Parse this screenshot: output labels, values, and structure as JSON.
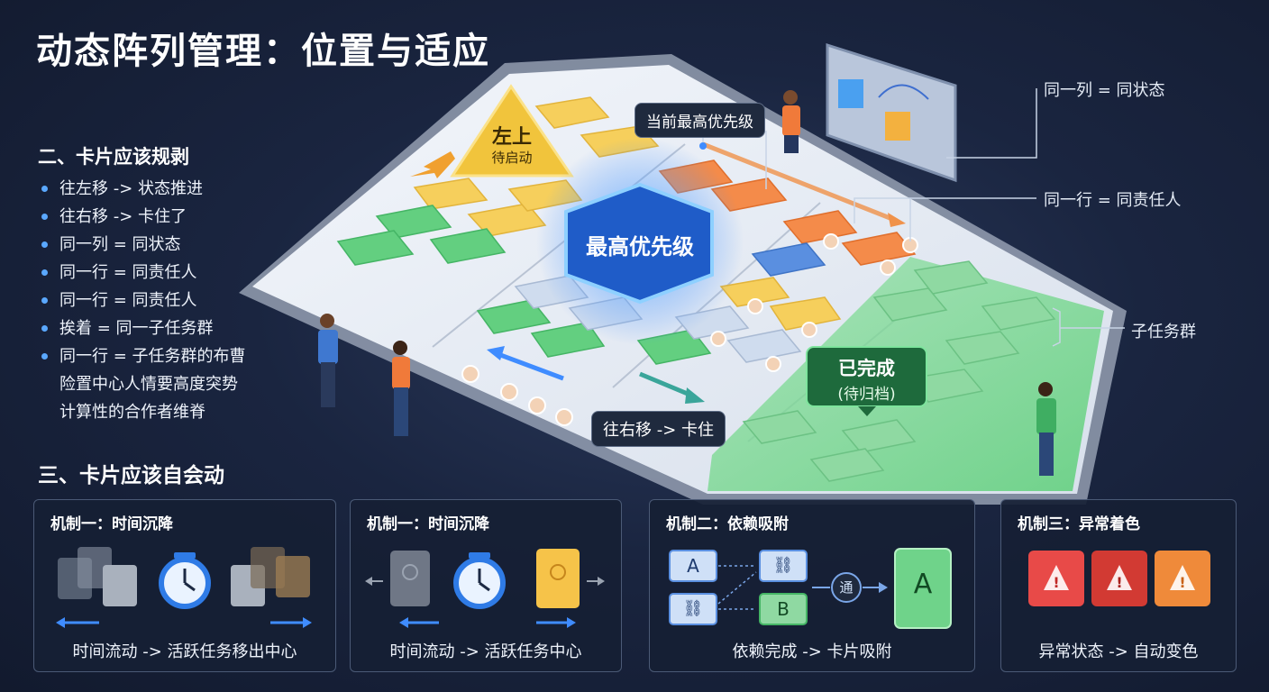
{
  "title": "动态阵列管理：位置与适应",
  "rules": {
    "heading": "二、卡片应该规剥",
    "items": [
      "往左移 -> 状态推进",
      "往右移 -> 卡住了",
      "同一列 = 同状态",
      "同一行 = 同责任人",
      "同一行 = 同责任人",
      "挨着 = 同一子任务群",
      "同一行 = 子任务群的布曹",
      "险置中心人情要高度突势",
      "计算性的合作者维脊"
    ]
  },
  "auto_heading": "三、卡片应该自会动",
  "board": {
    "top_left_line1": "左上",
    "top_left_line2": "待启动",
    "highest_priority": "最高优先级",
    "current_highest_tag": "当前最高优先级",
    "completed_line1": "已完成",
    "completed_line2": "(待归档)",
    "move_right_tag": "往右移 -> 卡住"
  },
  "callouts": {
    "same_column": "同一列 = 同状态",
    "same_row": "同一行 = 同责任人",
    "subtask_group": "子任务群"
  },
  "panels": [
    {
      "title": "机制一：时间沉降",
      "caption": "时间流动 -> 活跃任务移出中心"
    },
    {
      "title": "机制一：时间沉降",
      "caption": "时间流动 -> 活跃任务中心"
    },
    {
      "title": "机制二：依赖吸附",
      "caption": "依赖完成 -> 卡片吸附",
      "card_a": "A",
      "card_b": "B",
      "merge_label": "通",
      "result": "A"
    },
    {
      "title": "机制三：异常着色",
      "caption": "异常状态 -> 自动变色"
    }
  ],
  "colors": {
    "accent_blue": "#3f8cff",
    "yellow": "#f4c44e",
    "green": "#5fcf7e",
    "orange": "#f28a3c",
    "red": "#e0453c"
  }
}
